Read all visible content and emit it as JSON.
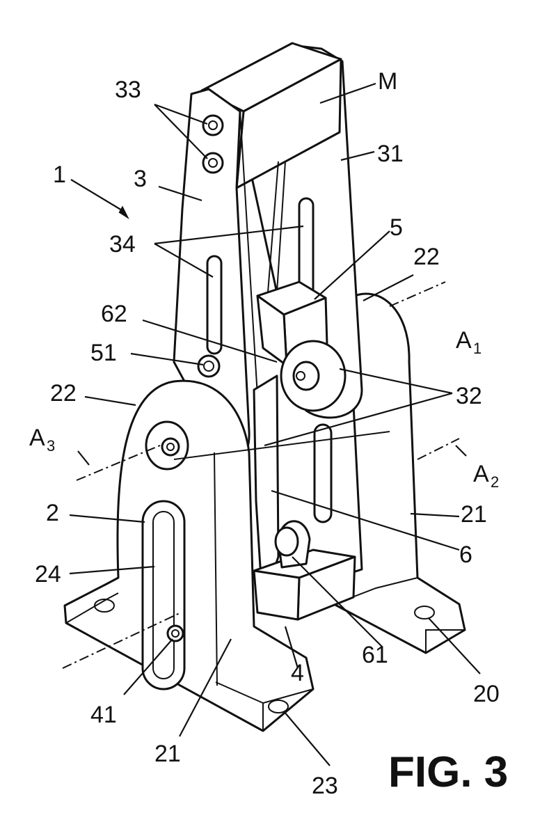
{
  "figure": {
    "caption": "FIG. 3",
    "labels": {
      "l33": "33",
      "lM": "M",
      "l31": "31",
      "l1": "1",
      "l3": "3",
      "l34": "34",
      "l5": "5",
      "l22a": "22",
      "l62": "62",
      "l51": "51",
      "l22b": "22",
      "l32": "32",
      "lA1": "A",
      "lA1sub": "1",
      "lA3": "A",
      "lA3sub": "3",
      "lA2": "A",
      "lA2sub": "2",
      "l2": "2",
      "l21a": "21",
      "l24": "24",
      "l6": "6",
      "l61": "61",
      "l4": "4",
      "l41": "41",
      "l21b": "21",
      "l23": "23",
      "l20": "20"
    }
  }
}
